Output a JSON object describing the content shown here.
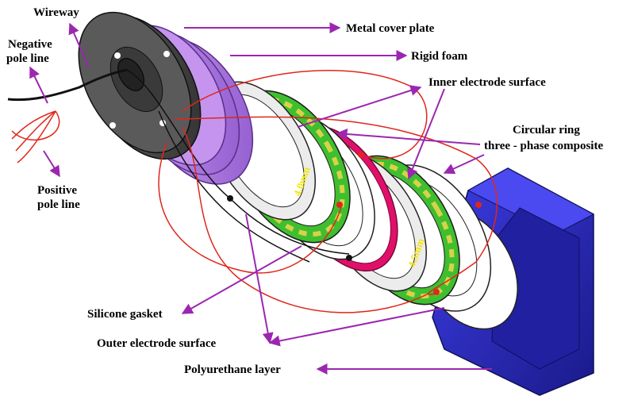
{
  "labels": {
    "wireway": "Wireway",
    "negative_pole_line_1": "Negative",
    "negative_pole_line_2": "pole line",
    "positive_pole_line_1": "Positive",
    "positive_pole_line_2": "pole line",
    "metal_cover_plate": "Metal cover plate",
    "rigid_foam": "Rigid foam",
    "inner_electrode_surface": "Inner electrode surface",
    "circular_ring_1": "Circular ring",
    "circular_ring_2": "three - phase composite",
    "silicone_gasket": "Silicone gasket",
    "outer_electrode_surface": "Outer electrode surface",
    "polyurethane_layer": "Polyurethane layer"
  },
  "dimensions": {
    "ring_1": "4.0mm",
    "ring_2": "4.5mm"
  },
  "colors": {
    "arrow": "#9b27b0",
    "metal": "#4a4a4a",
    "foam": "#b783e6",
    "composite": "#3fbf2f",
    "gasket": "#e0106a",
    "polyurethane": "#2f2fd0",
    "wire_red": "#e0261c",
    "wire_black": "#111111"
  }
}
